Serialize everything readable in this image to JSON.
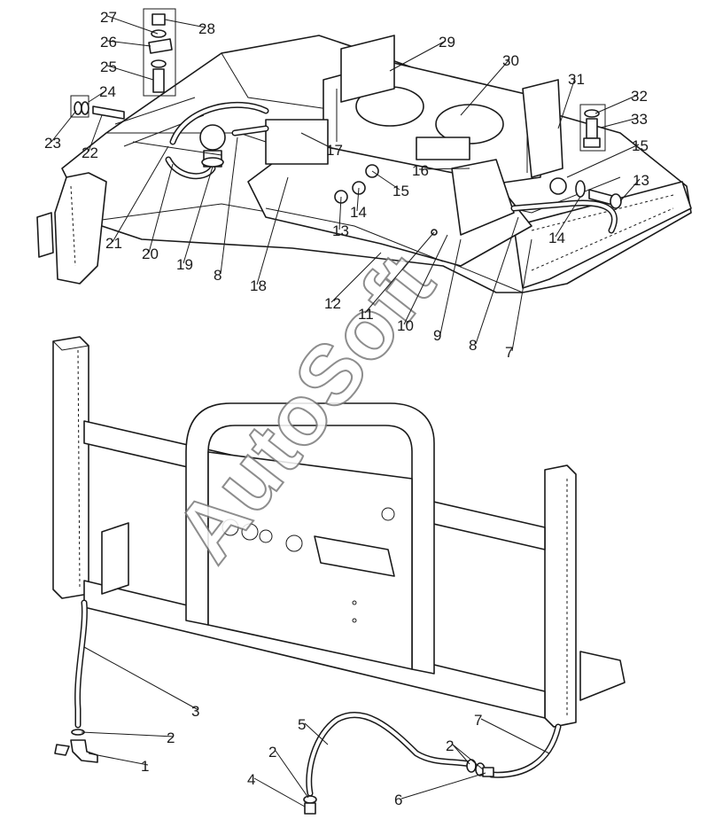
{
  "watermark": {
    "text": "AutoSoft"
  },
  "callouts": [
    {
      "label": "1"
    },
    {
      "label": "2"
    },
    {
      "label": "3"
    },
    {
      "label": "2"
    },
    {
      "label": "4"
    },
    {
      "label": "5"
    },
    {
      "label": "2"
    },
    {
      "label": "2"
    },
    {
      "label": "6"
    },
    {
      "label": "7"
    },
    {
      "label": "7"
    },
    {
      "label": "8"
    },
    {
      "label": "9"
    },
    {
      "label": "10"
    },
    {
      "label": "11"
    },
    {
      "label": "12"
    },
    {
      "label": "8"
    },
    {
      "label": "18"
    },
    {
      "label": "19"
    },
    {
      "label": "20"
    },
    {
      "label": "21"
    },
    {
      "label": "22"
    },
    {
      "label": "23"
    },
    {
      "label": "24"
    },
    {
      "label": "25"
    },
    {
      "label": "26"
    },
    {
      "label": "27"
    },
    {
      "label": "28"
    },
    {
      "label": "29"
    },
    {
      "label": "30"
    },
    {
      "label": "31"
    },
    {
      "label": "32"
    },
    {
      "label": "33"
    },
    {
      "label": "15"
    },
    {
      "label": "13"
    },
    {
      "label": "14"
    },
    {
      "label": "16"
    },
    {
      "label": "17"
    },
    {
      "label": "15"
    },
    {
      "label": "14"
    },
    {
      "label": "13"
    }
  ]
}
